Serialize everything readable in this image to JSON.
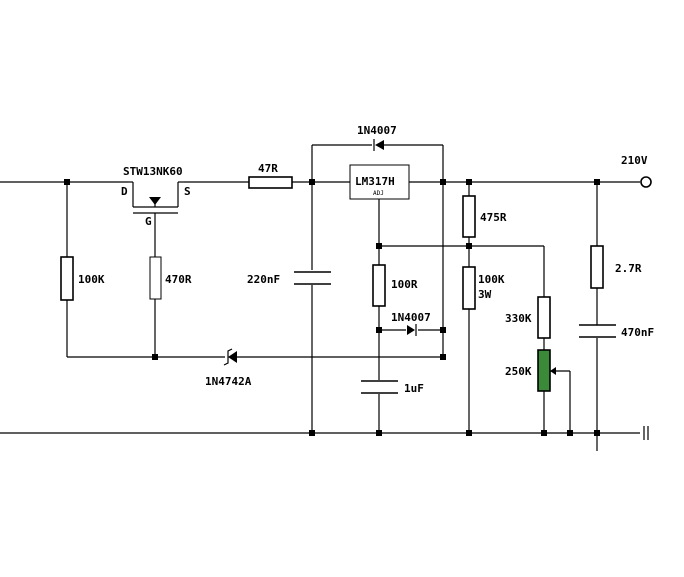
{
  "components": {
    "mosfet": {
      "part": "STW13NK60",
      "drain": "D",
      "source": "S",
      "gate": "G"
    },
    "r_gate": "470R",
    "r_bias": "100K",
    "r_series": "47R",
    "regulator": {
      "part": "LM317H",
      "adj": "ADJ"
    },
    "diode_bypass": "1N4007",
    "c_input": "220nF",
    "r_prog": "100R",
    "diode_adj": "1N4007",
    "c_adj": "1uF",
    "zener": "1N4742A",
    "r_top": "475R",
    "r_bleeder": "100K",
    "r_bleeder_power": "3W",
    "r_trim": "330K",
    "pot": {
      "value": "250K",
      "color": "#3a8a3a"
    },
    "r_out": "2.7R",
    "c_out": "470nF",
    "output_voltage": "210V"
  }
}
